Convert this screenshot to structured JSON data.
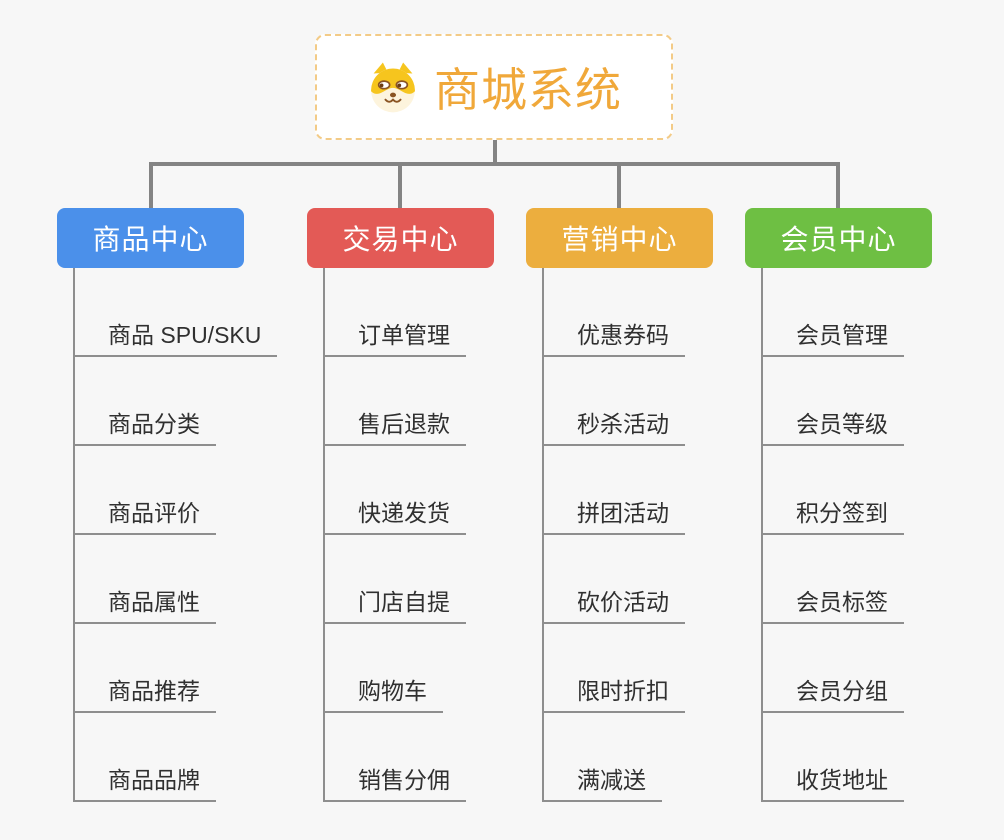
{
  "page": {
    "background_color": "#f7f7f7",
    "connector_color": "#848484",
    "leaf_line_color": "#8e8e8e",
    "leaf_text_color": "#303030"
  },
  "root": {
    "title": "商城系统",
    "icon": "dog-face-icon",
    "text_color": "#f0a83a",
    "border_color": "#f3cb87"
  },
  "branches": [
    {
      "label": "商品中心",
      "color": "#4b90ea",
      "items": [
        "商品 SPU/SKU",
        "商品分类",
        "商品评价",
        "商品属性",
        "商品推荐",
        "商品品牌"
      ]
    },
    {
      "label": "交易中心",
      "color": "#e35a56",
      "items": [
        "订单管理",
        "售后退款",
        "快递发货",
        "门店自提",
        "购物车",
        "销售分佣"
      ]
    },
    {
      "label": "营销中心",
      "color": "#ecae3e",
      "items": [
        "优惠券码",
        "秒杀活动",
        "拼团活动",
        "砍价活动",
        "限时折扣",
        "满减送"
      ]
    },
    {
      "label": "会员中心",
      "color": "#6ebf43",
      "items": [
        "会员管理",
        "会员等级",
        "积分签到",
        "会员标签",
        "会员分组",
        "收货地址"
      ]
    }
  ]
}
